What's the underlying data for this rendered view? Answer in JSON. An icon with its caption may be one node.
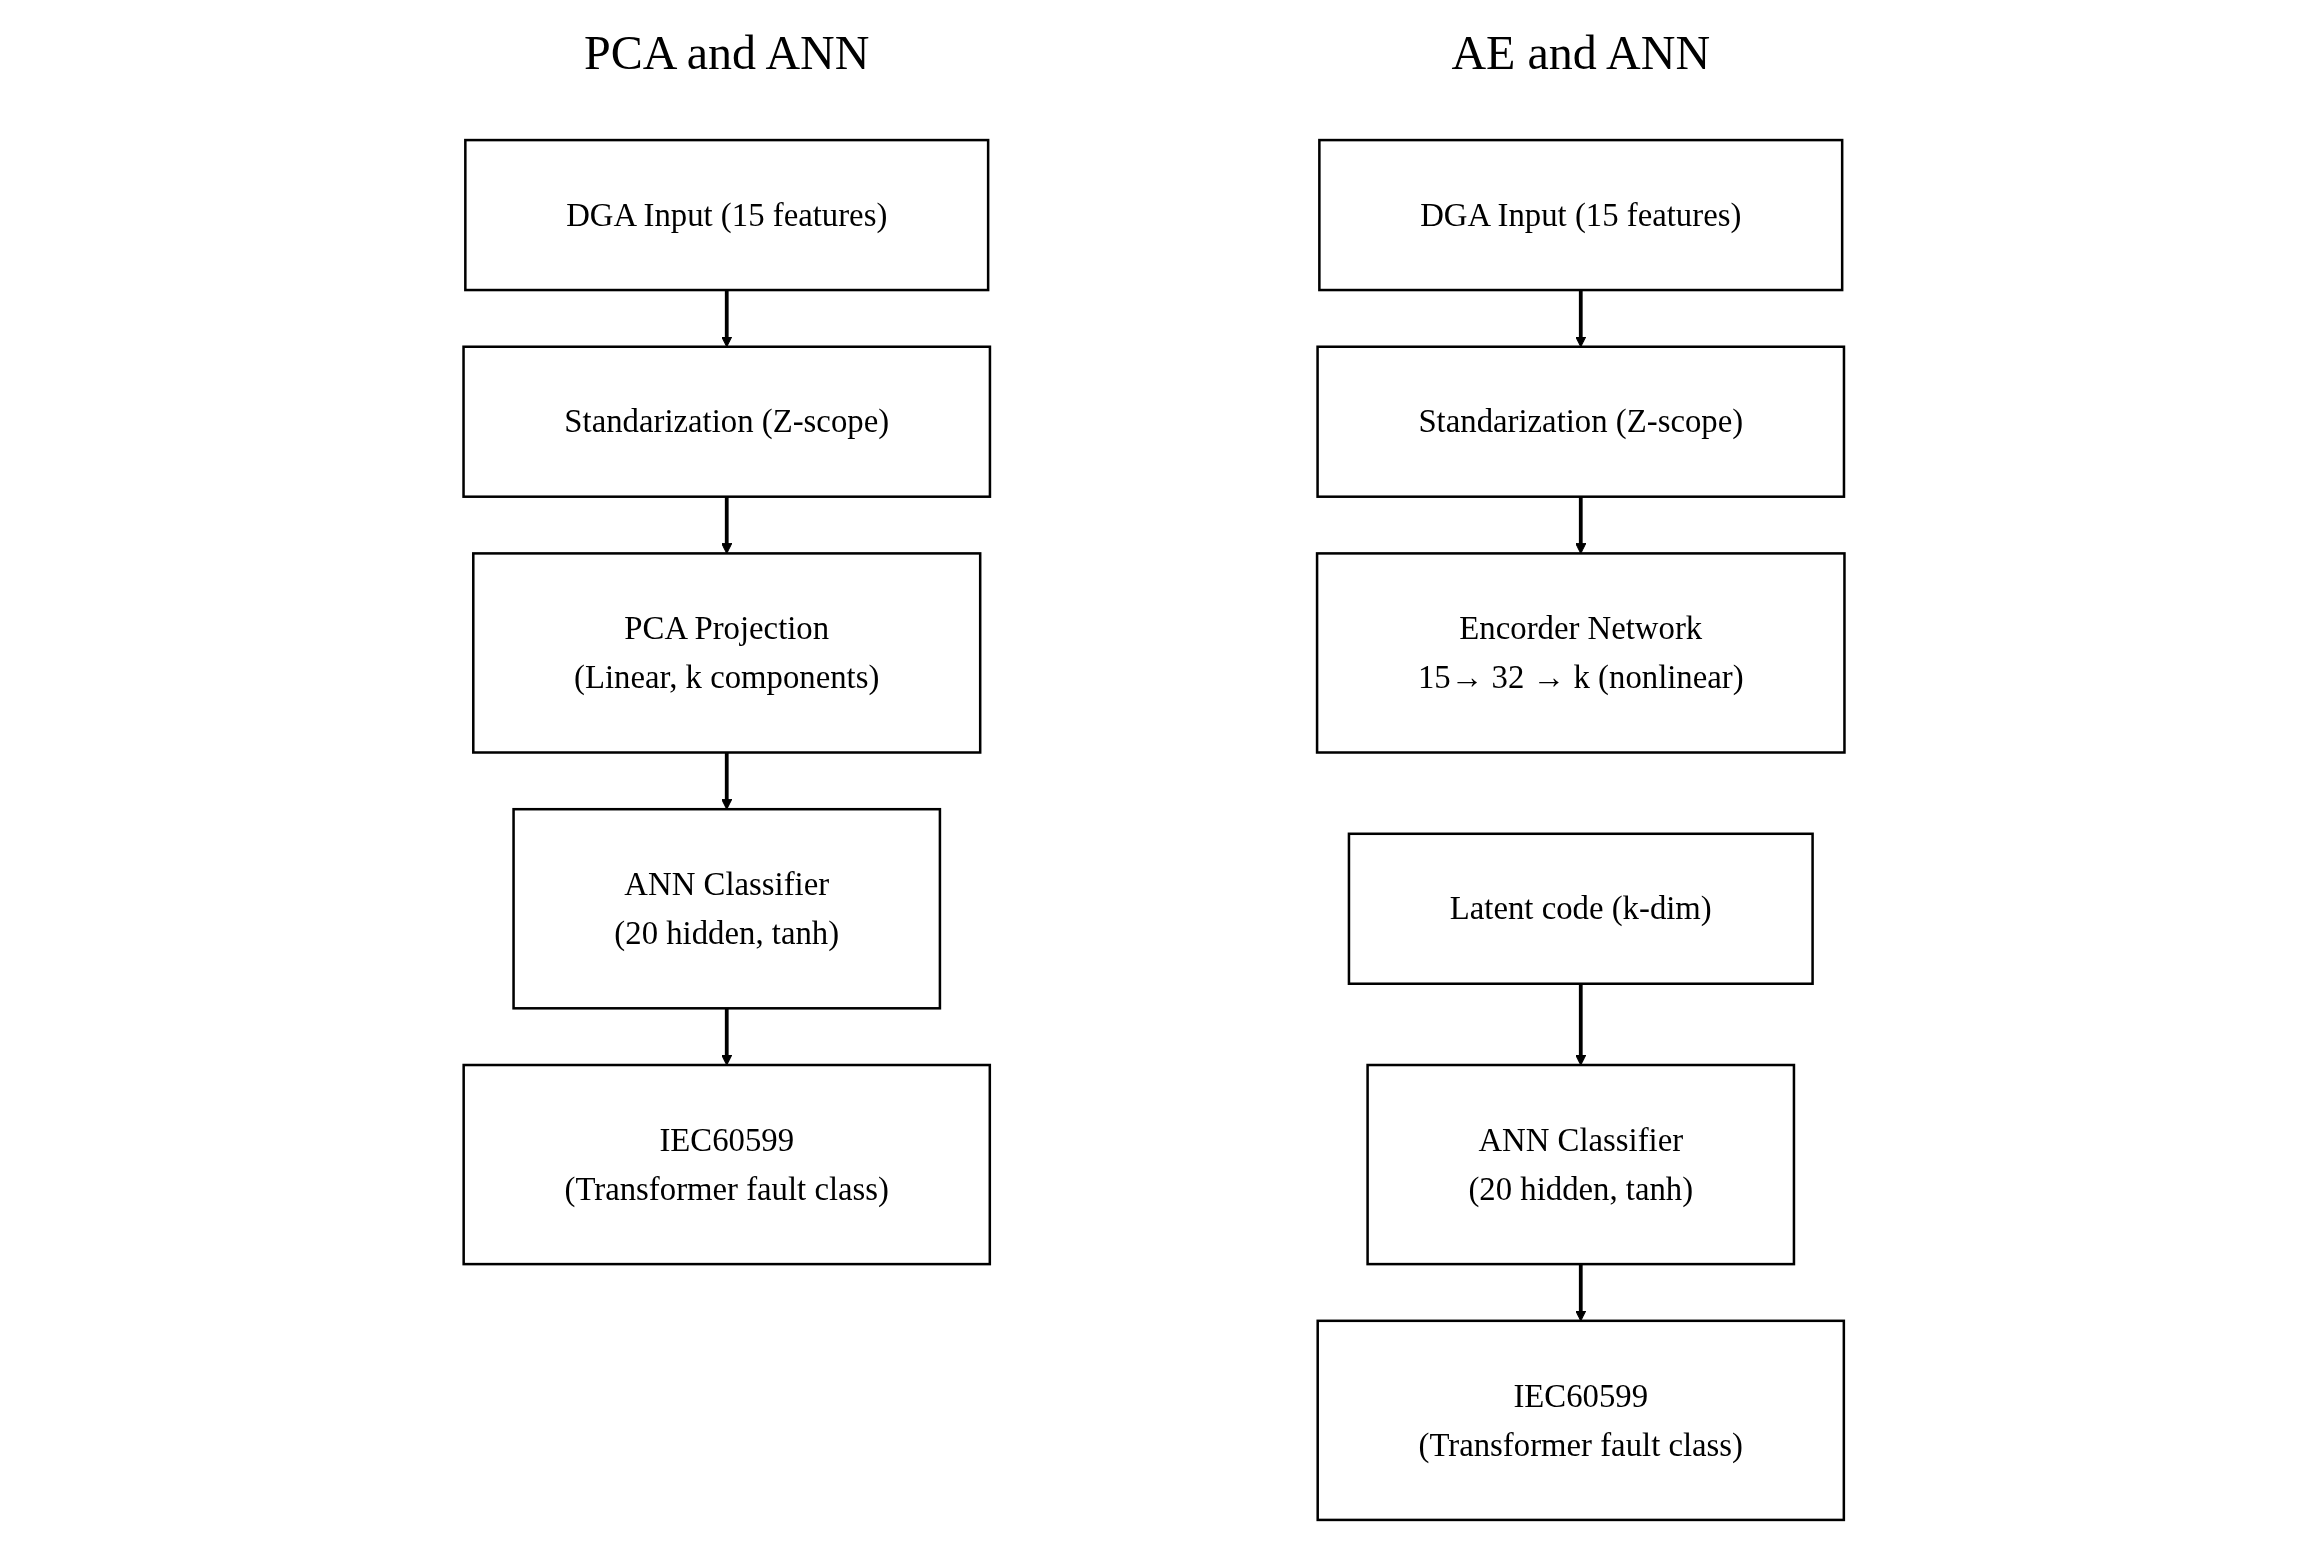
{
  "diagram": {
    "nodes": [
      {
        "text": [
          "DGA Input (15 features)"
        ]
      },
      {
        "text": [
          "Standarization (Z-scope)"
        ]
      },
      {
        "text": [
          "PCA Projection",
          "(Linear, k components)"
        ]
      },
      {
        "text": [
          "ANN Classifier",
          "(20 hidden, tanh)"
        ]
      },
      {
        "text": [
          "IEC60599",
          "(Transformer fault class)"
        ]
      },
      {
        "text": [
          "DGA Input (15 features)"
        ]
      },
      {
        "text": [
          "Standarization (Z-scope)"
        ]
      },
      {
        "text": [
          "Encorder Network",
          "15→ 32 → k (nonlinear)"
        ]
      },
      {
        "text": [
          "Latent code (k-dim)"
        ]
      },
      {
        "text": [
          "ANN Classifier",
          "(20 hidden, tanh)"
        ]
      },
      {
        "text": [
          "IEC60599",
          "(Transformer fault class)"
        ]
      }
    ],
    "edges": [
      {
        "from": 0,
        "to": 1,
        "arrow": "to"
      },
      {
        "from": 1,
        "to": 2,
        "arrow": "to"
      },
      {
        "from": 2,
        "to": 3,
        "arrow": "to"
      },
      {
        "from": 3,
        "to": 4,
        "arrow": "to"
      },
      {
        "from": 5,
        "to": 6,
        "arrow": "to"
      },
      {
        "from": 6,
        "to": 7,
        "arrow": "to"
      },
      {
        "from": 8,
        "to": 9,
        "arrow": "to"
      },
      {
        "from": 9,
        "to": 10,
        "arrow": "to"
      }
    ],
    "labels": [
      "PCA and ANN",
      "AE and ANN"
    ]
  }
}
